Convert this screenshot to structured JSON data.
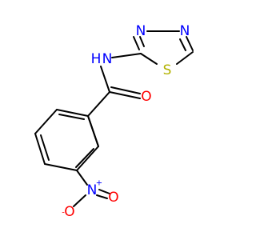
{
  "colors": {
    "nitrogen": "#0000ff",
    "oxygen": "#ff0000",
    "sulfur": "#b2b200",
    "bond": "#000000",
    "background": "#ffffff"
  },
  "labels": {
    "thiadiazole_n3": "N",
    "thiadiazole_n4": "N",
    "thiadiazole_s": "S",
    "amide_nh": "N",
    "amide_h": "H",
    "carbonyl_o": "O",
    "nitro_n": "N",
    "nitro_n_charge": "+",
    "nitro_o_left": "O",
    "nitro_o_left_charge": "-",
    "nitro_o_right": "O"
  }
}
